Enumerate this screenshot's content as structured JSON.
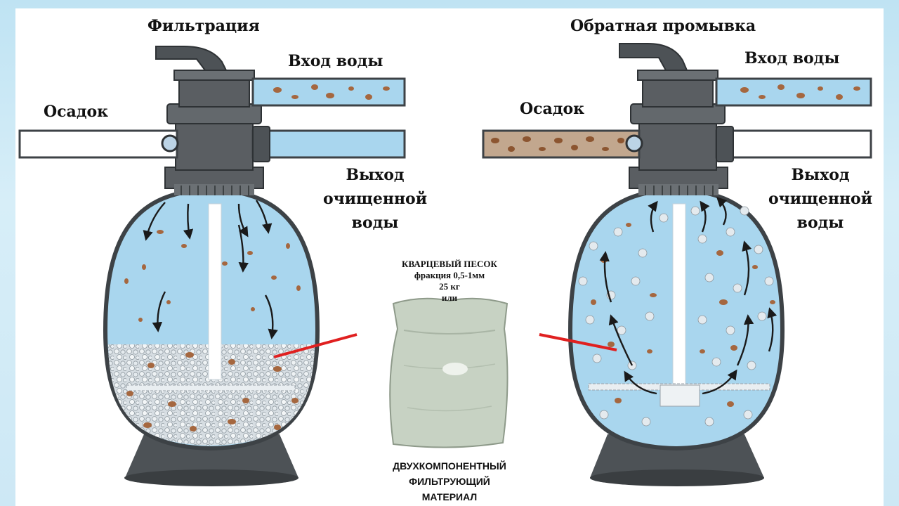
{
  "left": {
    "title": "Фильтрация",
    "water_in": "Вход воды",
    "sediment": "Осадок",
    "clean_out": [
      "Выход",
      "очищенной",
      "воды"
    ]
  },
  "right": {
    "title": "Обратная промывка",
    "water_in": "Вход воды",
    "sediment": "Осадок",
    "clean_out": [
      "Выход",
      "очищенной",
      "воды"
    ]
  },
  "bag": {
    "caption": [
      "КВАРЦЕВЫЙ ПЕСОК",
      "фракция 0,5-1мм",
      "25 кг",
      "или"
    ]
  },
  "bottom_caption": [
    "ДВУХКОМПОНЕНТНЫЙ",
    "ФИЛЬТРУЮЩИЙ",
    "МАТЕРИАЛ"
  ],
  "colors": {
    "water": "#a9d6ee",
    "dirt": "#a5673f",
    "body": "#5a5e62",
    "pointer": "#e02020"
  }
}
